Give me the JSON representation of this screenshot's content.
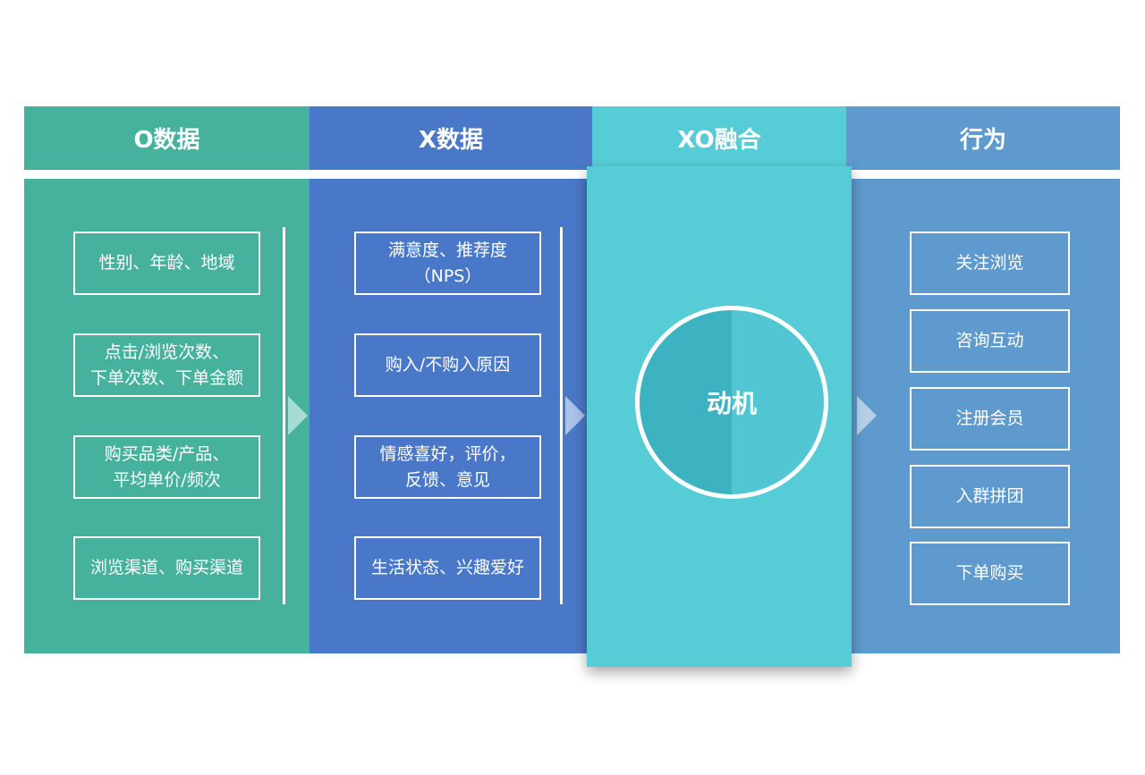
{
  "columns": [
    {
      "title": "O数据",
      "color": "#46b29d",
      "items": [
        "性别、年龄、地域",
        "点击/浏览次数、\n下单次数、下单金额",
        "购买品类/产品、\n平均单价/频次",
        "浏览渠道、购买渠道"
      ]
    },
    {
      "title": "X数据",
      "color": "#4a78c8",
      "items": [
        "满意度、推荐度\n（NPS）",
        "购入/不购入原因",
        "情感喜好，评价，\n反馈、意见",
        "生活状态、兴趣爱好"
      ]
    },
    {
      "title": "XO融合",
      "color": "#56cdd6",
      "center": "动机"
    },
    {
      "title": "行为",
      "color": "#5e9acd",
      "items": [
        "关注浏览",
        "咨询互动",
        "注册会员",
        "入群拼团",
        "下单购买"
      ]
    }
  ]
}
